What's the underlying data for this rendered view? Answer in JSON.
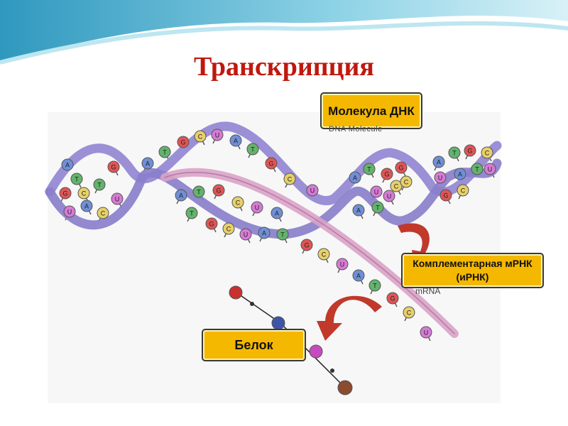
{
  "slide": {
    "title": "Транскрипция",
    "labels": {
      "dna": "Молекула ДНК",
      "dna_sub": "DNA Molecule",
      "mrna": "Комплементарная мРНК (иРНК)",
      "mrna_sub": "mRNA",
      "protein": "Белок"
    }
  },
  "colors": {
    "title": "#c0180e",
    "callout_fill": "#f5b800",
    "backbone": "#9b8fd6",
    "mrna_strand": "#d9a3c6",
    "arrow": "#c0392b",
    "header_wave": "#3aa6c8"
  },
  "bases": [
    "A",
    "T",
    "G",
    "C",
    "U"
  ]
}
